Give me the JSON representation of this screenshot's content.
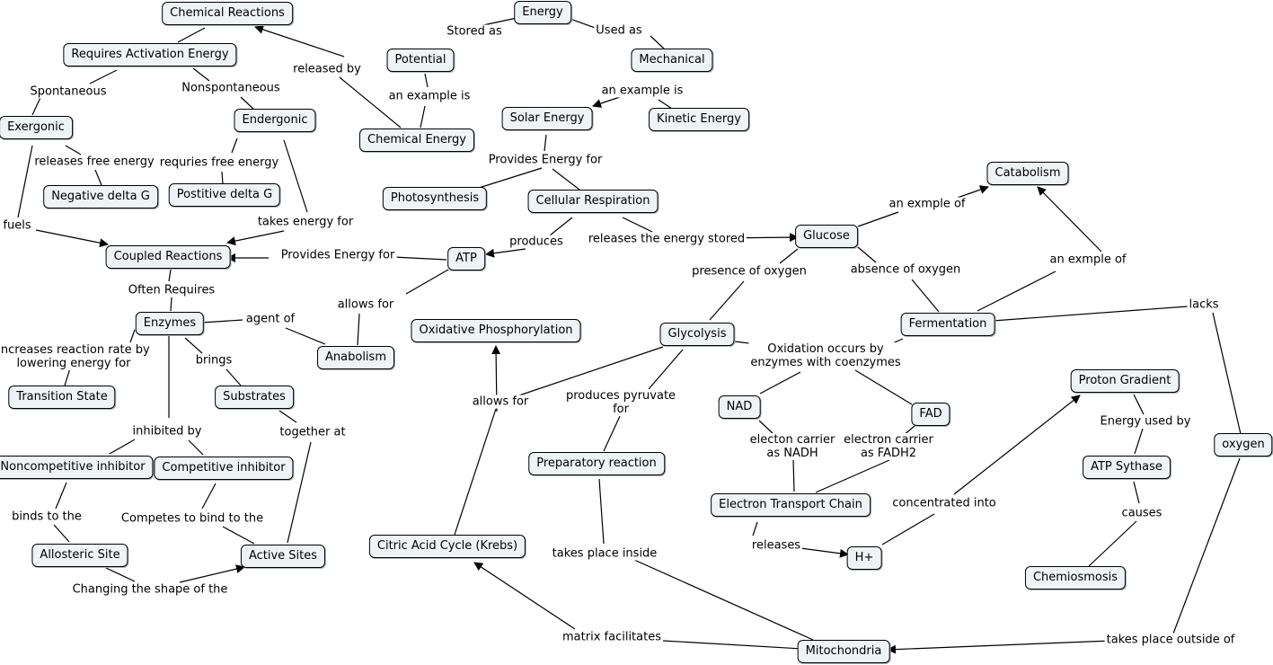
{
  "concepts": [
    "Chemical Reactions",
    "Energy",
    "Requires Activation Energy",
    "Potential",
    "Mechanical",
    "Exergonic",
    "Endergonic",
    "Solar Energy",
    "Kinetic Energy",
    "Chemical Energy",
    "Negative delta G",
    "Postitive delta G",
    "Catabolism",
    "Photosynthesis",
    "Cellular Respiration",
    "Glucose",
    "Coupled Reactions",
    "ATP",
    "Enzymes",
    "Anabolism",
    "Oxidative Phosphorylation",
    "Glycolysis",
    "Fermentation",
    "Transition State",
    "Substrates",
    "Proton Gradient",
    "NAD",
    "FAD",
    "oxygen",
    "Noncompetitive inhibitor",
    "Competitive inhibitor",
    "Preparatory reaction",
    "ATP Sythase",
    "Electron Transport Chain",
    "Allosteric Site",
    "Active Sites",
    "Citric Acid Cycle (Krebs)",
    "H+",
    "Chemiosmosis",
    "Mitochondria"
  ],
  "links": [
    "Stored as",
    "Used as",
    "released by",
    "an example is",
    "an example is",
    "Spontaneous",
    "Nonspontaneous",
    "releases free energy",
    "requries free energy",
    "Provides Energy for",
    "fuels",
    "takes energy for",
    "an exmple of",
    "produces",
    "releases the energy stored",
    "Provides Energy for",
    "presence of oxygen",
    "absence of oxygen",
    "an exmple of",
    "Often Requires",
    "allows for",
    "agent of",
    "lacks",
    "increases reaction rate by\nlowering energy for",
    "brings",
    "Oxidation occurs by\nenzymes with coenzymes",
    "allows for",
    "produces pyruvate\nfor",
    "Energy used by",
    "inhibited by",
    "electon carrier\nas NADH",
    "electron carrier\nas FADH2",
    "together at",
    "causes",
    "concentrated into",
    "binds to the",
    "Competes to bind to the",
    "releases",
    "takes place inside",
    "Changing the shape of the",
    "matrix facilitates",
    "takes place outside of"
  ]
}
